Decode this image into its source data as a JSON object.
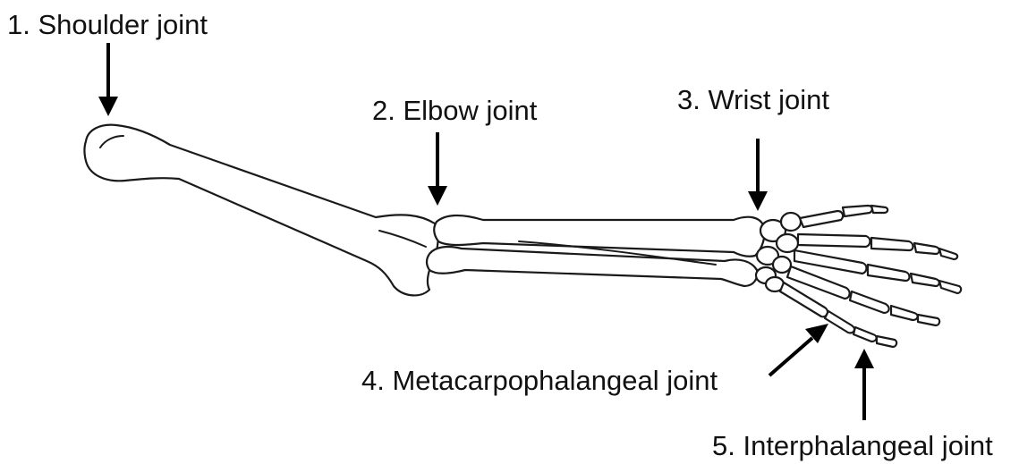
{
  "labels": {
    "shoulder": "1. Shoulder joint",
    "elbow": "2. Elbow joint",
    "wrist": "3. Wrist joint",
    "metacarpophalangeal": "4. Metacarpophalangeal joint",
    "interphalangeal": "5. Interphalangeal joint"
  },
  "colors": {
    "outline": "#1a1a1a",
    "arrow": "#000000",
    "text": "#111111",
    "background": "#ffffff"
  }
}
